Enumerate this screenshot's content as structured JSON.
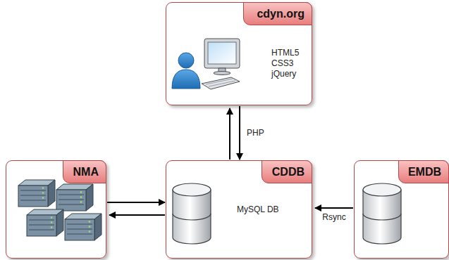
{
  "diagram": {
    "nodes": [
      {
        "text": [
          "cdyn.org",
          "HTML5 CSS3 jQuery"
        ]
      },
      {
        "text": [
          "NMA"
        ]
      },
      {
        "text": [
          "CDDB",
          "MySQL DB"
        ]
      },
      {
        "text": [
          "EMDB"
        ]
      }
    ],
    "edges": [
      {
        "from": 2,
        "to": 0,
        "arrow": "to"
      },
      {
        "from": 0,
        "to": 2,
        "arrow": "to",
        "label": "PHP"
      },
      {
        "from": 1,
        "to": 2,
        "arrow": "to"
      },
      {
        "from": 2,
        "to": 1,
        "arrow": "to"
      },
      {
        "from": 3,
        "to": 2,
        "arrow": "to",
        "label": "Rsync"
      }
    ]
  }
}
